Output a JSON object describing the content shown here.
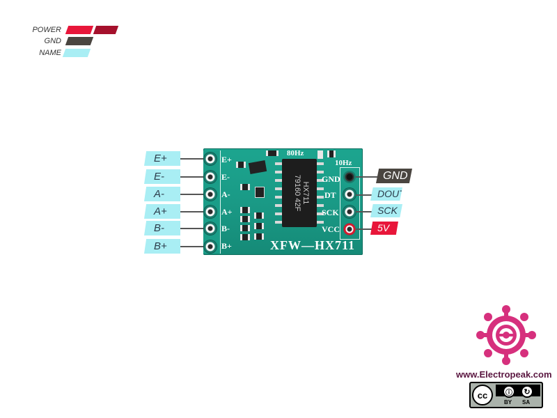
{
  "legend": {
    "items": [
      {
        "label": "POWER",
        "colors": [
          "#e8163a",
          "#a5102c"
        ]
      },
      {
        "label": "GND",
        "colors": [
          "#4a4540"
        ]
      },
      {
        "label": "NAME",
        "colors": [
          "#a9eef4"
        ]
      }
    ]
  },
  "board": {
    "title": "XFW—HX711",
    "freq_top": "80Hz",
    "freq_right": "10Hz",
    "chip_lines": [
      "HX711",
      "79160 42F"
    ],
    "silk_left": [
      "E+",
      "E-",
      "A-",
      "A+",
      "B-",
      "B+"
    ],
    "silk_right": [
      "GND",
      "DT",
      "SCK",
      "VCC"
    ]
  },
  "left_pins": [
    "E+",
    "E-",
    "A-",
    "A+",
    "B-",
    "B+"
  ],
  "right_pins": [
    {
      "label": "GND",
      "type": "gnd"
    },
    {
      "label": "DOUT",
      "type": "name"
    },
    {
      "label": "SCK",
      "type": "name"
    },
    {
      "label": "5V",
      "type": "power"
    }
  ],
  "colors": {
    "power": "#e8163a",
    "gnd": "#4a4540",
    "name": "#a9eef4",
    "brand": "#d6307d"
  },
  "brand": {
    "url": "www.Electropeak.com",
    "license": {
      "cc": "cc",
      "by": "BY",
      "sa": "SA"
    }
  }
}
